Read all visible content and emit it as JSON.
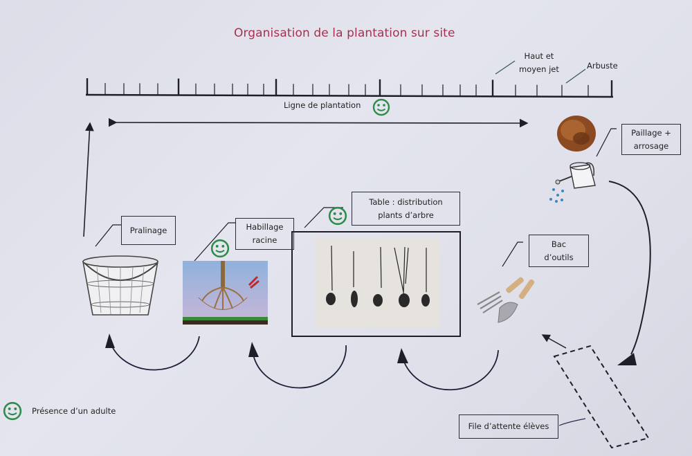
{
  "title": "Organisation de la plantation sur site",
  "ruler": {
    "label_line": "Ligne de plantation",
    "marker_high": "Haut et\nmoyen jet",
    "marker_high_line1": "Haut et",
    "marker_high_line2": "moyen jet",
    "marker_shrub": "Arbuste"
  },
  "stations": {
    "pralinage": "Pralinage",
    "habillage_line1": "Habillage",
    "habillage_line2": "racine",
    "table_line1": "Table : distribution",
    "table_line2": "plants d’arbre",
    "tools_line1": "Bac",
    "tools_line2": "d’outils",
    "mulch_line1": "Paillage +",
    "mulch_line2": "arrosage",
    "queue": "File d’attente élèves"
  },
  "legend": {
    "icon": "smiley-icon",
    "label": "Présence d’un adulte"
  },
  "colors": {
    "title": "#a8304f",
    "smiley": "#2e8b4a",
    "ink": "#1e1e28"
  }
}
